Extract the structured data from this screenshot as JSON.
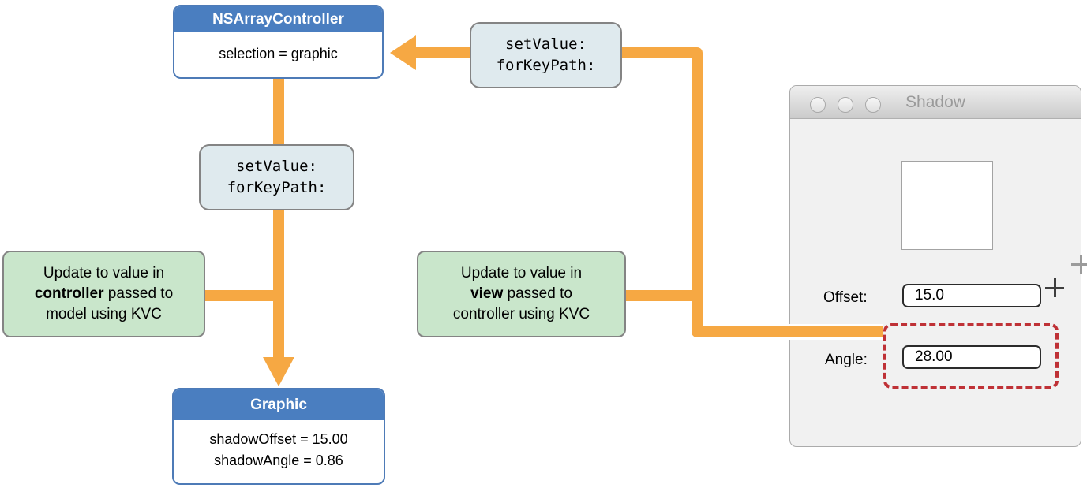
{
  "colors": {
    "arrow_orange": "#F6A843",
    "entity_blue": "#4A7EC0",
    "note_green": "#C9E6CB",
    "code_teal": "#DFEAEE",
    "highlight_red": "#BF3136"
  },
  "controller_box": {
    "title": "NSArrayController",
    "body": "selection = graphic"
  },
  "code_call_top": {
    "line1": "setValue:",
    "line2": "forKeyPath:"
  },
  "code_call_mid": {
    "line1": "setValue:",
    "line2": "forKeyPath:"
  },
  "note_view": {
    "line1": "Update to value in",
    "bold": "view",
    "line2_rest": " passed to",
    "line3": "controller using KVC"
  },
  "note_controller": {
    "line1": "Update to value in",
    "bold": "controller",
    "line2_rest": " passed to",
    "line3": "model using KVC"
  },
  "graphic_box": {
    "title": "Graphic",
    "line1": "shadowOffset = 15.00",
    "line2": "shadowAngle = 0.86"
  },
  "window": {
    "title": "Shadow",
    "offset_label": "Offset:",
    "offset_value": "15.0",
    "angle_label": "Angle:",
    "angle_value": "28.00",
    "preview_icons": [
      "plus-icon-gray",
      "plus-icon-dark"
    ]
  }
}
